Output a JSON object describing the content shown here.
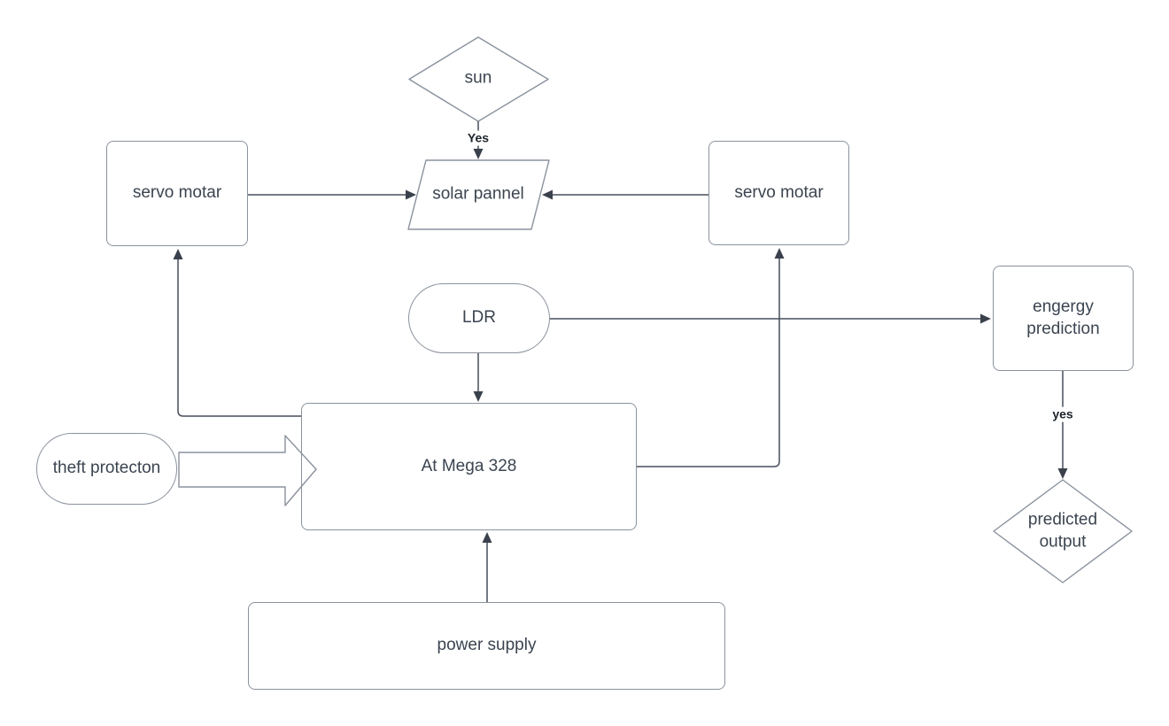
{
  "diagram": {
    "title": "solar tracking / energy prediction flowchart",
    "nodes": {
      "sun": {
        "label": "sun",
        "shape": "diamond"
      },
      "servo_motor_left": {
        "label": "servo motar",
        "shape": "rounded-rect"
      },
      "solar_panel": {
        "label": "solar pannel",
        "shape": "parallelogram"
      },
      "servo_motor_right": {
        "label": "servo motar",
        "shape": "rounded-rect"
      },
      "ldr": {
        "label": "LDR",
        "shape": "stadium"
      },
      "at_mega": {
        "label": "At Mega 328",
        "shape": "rounded-rect"
      },
      "theft_protection": {
        "label": "theft protecton",
        "shape": "stadium"
      },
      "power_supply": {
        "label": "power supply",
        "shape": "rounded-rect"
      },
      "energy_prediction": {
        "label": "engergy prediction",
        "shape": "rounded-rect"
      },
      "predicted_output": {
        "label": "predicted output",
        "shape": "diamond"
      }
    },
    "edge_labels": {
      "sun_to_solar_panel": "Yes",
      "energy_to_predicted_output": "yes"
    },
    "edges": [
      {
        "from": "sun",
        "to": "solar_panel",
        "label": "Yes"
      },
      {
        "from": "servo_motor_left",
        "to": "solar_panel"
      },
      {
        "from": "servo_motor_right",
        "to": "solar_panel"
      },
      {
        "from": "ldr",
        "to": "at_mega"
      },
      {
        "from": "ldr",
        "to": "energy_prediction"
      },
      {
        "from": "at_mega",
        "to": "servo_motor_left"
      },
      {
        "from": "at_mega",
        "to": "servo_motor_right"
      },
      {
        "from": "power_supply",
        "to": "at_mega"
      },
      {
        "from": "theft_protection",
        "to": "at_mega",
        "style": "block-arrow"
      },
      {
        "from": "energy_prediction",
        "to": "predicted_output",
        "label": "yes"
      }
    ],
    "colors": {
      "background": "#ffffff",
      "shape_stroke": "#8a929d",
      "connector": "#464e5b",
      "arrowhead": "#3a414d",
      "text": "#3b4450",
      "edge_label_text": "#20262e"
    }
  }
}
